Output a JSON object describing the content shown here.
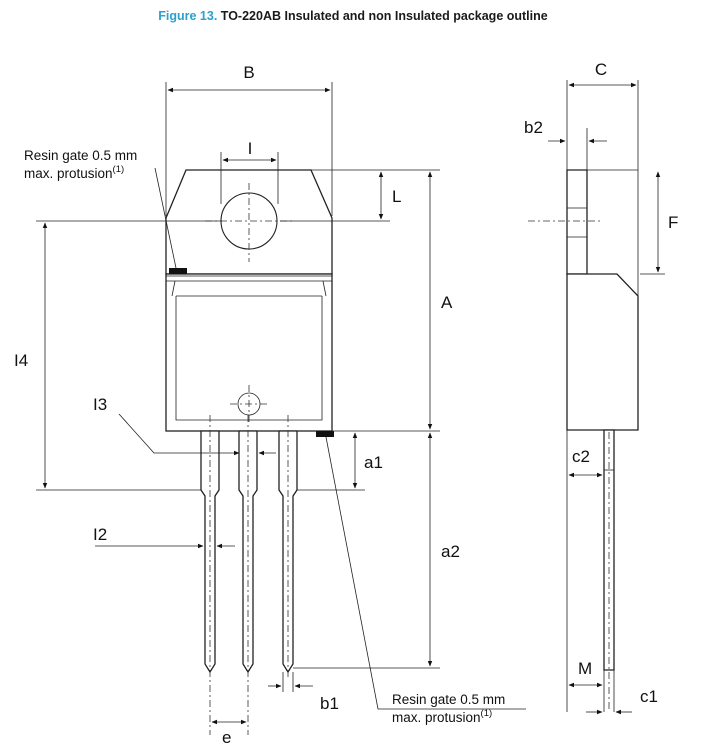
{
  "figure": {
    "number": "Figure 13.",
    "title": "TO-220AB Insulated and non Insulated package outline",
    "accent_color": "#2aa1cf"
  },
  "dimensions": {
    "B": "B",
    "C": "C",
    "b2": "b2",
    "I": "I",
    "L": "L",
    "F": "F",
    "A": "A",
    "I4": "I4",
    "I3": "I3",
    "a1": "a1",
    "c2": "c2",
    "a2": "a2",
    "I2": "I2",
    "b1": "b1",
    "M": "M",
    "c1": "c1",
    "e": "e"
  },
  "notes": {
    "resin_gate_top": {
      "line1": "Resin gate 0.5 mm",
      "line2": "max. protusion",
      "sup": "(1)"
    },
    "resin_gate_bottom": {
      "line1": "Resin gate 0.5 mm",
      "line2": "max. protusion",
      "sup": "(1)"
    }
  }
}
